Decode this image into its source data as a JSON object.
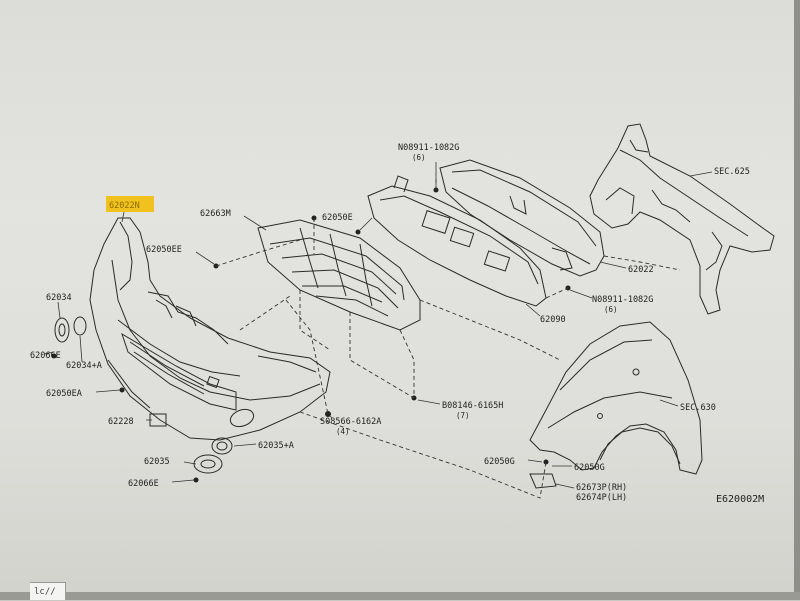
{
  "diagram": {
    "code": "E620002M",
    "corner_tag": "lc//",
    "labels": {
      "l_62022n": "62022N",
      "l_62663m": "62663M",
      "l_62050e": "62050E",
      "l_62050ee": "62050EE",
      "l_08911_top": "N08911-1082G",
      "l_08911_top_qty": "(6)",
      "l_sec625": "SEC.625",
      "l_62022": "62022",
      "l_08911_mid": "N08911-1082G",
      "l_08911_mid_qty": "(6)",
      "l_62090": "62090",
      "l_62034": "62034",
      "l_62066e": "62066E",
      "l_62034a": "62034+A",
      "l_62050ea": "62050EA",
      "l_08146": "B08146-6165H",
      "l_08146_qty": "(7)",
      "l_08566": "S08566-6162A",
      "l_08566_qty": "(4)",
      "l_sec630": "SEC.630",
      "l_62228": "62228",
      "l_62035a": "62035+A",
      "l_62035": "62035",
      "l_62066e2": "62066E",
      "l_62050g1": "62050G",
      "l_62050g2": "62050G",
      "l_62673p": "62673P(RH)",
      "l_62674p": "62674P(LH)"
    }
  }
}
